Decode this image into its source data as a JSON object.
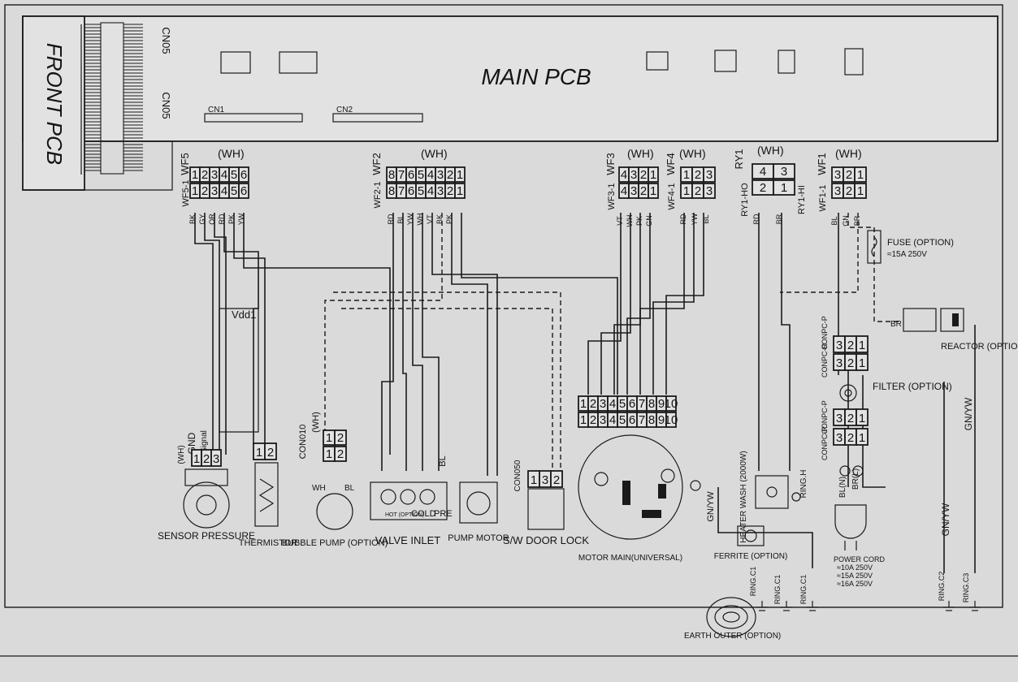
{
  "main_pcb": {
    "title": "MAIN PCB",
    "front_pcb": "FRONT PCB",
    "cn05_top": "CN05",
    "cn05_bottom": "CN05",
    "cn1": "CN1",
    "cn2": "CN2"
  },
  "connectors": {
    "wf5": {
      "label": "WF5",
      "sub": "WF5-1",
      "color": "(WH)",
      "pins": [
        "1",
        "2",
        "3",
        "4",
        "5",
        "6"
      ],
      "wires": [
        "BK",
        "GY",
        "OR",
        "RD",
        "PK",
        "YW"
      ]
    },
    "wf2": {
      "label": "WF2",
      "sub": "WF2-1",
      "color": "(WH)",
      "pins": [
        "8",
        "7",
        "6",
        "5",
        "4",
        "3",
        "2",
        "1"
      ],
      "wires": [
        "RD",
        "BL",
        "YW",
        "WH",
        "VT",
        "BK",
        "PK"
      ]
    },
    "wf3": {
      "label": "WF3",
      "sub": "WF3-1",
      "color": "(WH)",
      "pins": [
        "4",
        "3",
        "2",
        "1"
      ],
      "wires": [
        "VT",
        "WH",
        "PK",
        "GN"
      ]
    },
    "wf4": {
      "label": "WF4",
      "sub": "WF4-1",
      "color": "(WH)",
      "pins": [
        "1",
        "2",
        "3"
      ],
      "wires": [
        "RD",
        "YW",
        "BL"
      ]
    },
    "ry1": {
      "label": "RY1",
      "sub_left": "RY1-HO",
      "sub_right": "RY1-HI",
      "color": "(WH)",
      "top_pins": [
        "4",
        "3"
      ],
      "bottom_pins": [
        "2",
        "1"
      ],
      "wires": [
        "RD",
        "BR"
      ]
    },
    "wf1": {
      "label": "WF1",
      "sub": "WF1-1",
      "color": "(WH)",
      "pins": [
        "3",
        "2",
        "1"
      ],
      "wires": [
        "BL",
        "GN",
        "BR"
      ]
    }
  },
  "components": {
    "fuse": "FUSE (OPTION)",
    "fuse_rating": "≈15A 250V",
    "reactor": "REACTOR (OPTION)",
    "br_label": "BR",
    "filter": "FILTER (OPTION)",
    "filter_pins": [
      "3",
      "2",
      "1"
    ],
    "conpcb_p": "CONPC-P",
    "conpcb_r": "CONPC-R",
    "vdd1": "Vdd1",
    "gnd": "GND",
    "signal": "Signal",
    "sensor_wh": "(WH)",
    "sensor": "SENSOR PRESSURE",
    "thermistor": "THERMISTOR",
    "thermistor_pins": [
      "1",
      "2"
    ],
    "bubble_pump": "BUBBLE PUMP (OPTION)",
    "bubble_con": "CON010",
    "bubble_con2": "CON010",
    "bubble_wh": "(WH)",
    "bubble_wires": [
      "WH",
      "BL"
    ],
    "valve_inlet": "VALVE INLET",
    "valve_labels": [
      "HOT (OPTION)",
      "COLD",
      "PRE"
    ],
    "valve_bl": "BL",
    "pump_motor": "PUMP MOTOR",
    "door_lock_con": "CON050",
    "door_lock_pins": [
      "1",
      "3",
      "2"
    ],
    "door_lock": "S/W DOOR LOCK",
    "motor_pins": [
      "1",
      "2",
      "3",
      "4",
      "5",
      "6",
      "7",
      "8",
      "9",
      "10"
    ],
    "motor": "MOTOR MAIN(UNIVERSAL)",
    "heater": "HEATER WASH (2000W)",
    "ring_h": "RING.H",
    "ferrite": "FERRITE (OPTION)",
    "power_cord": "POWER CORD",
    "power_ratings": [
      "≈10A 250V",
      "≈15A 250V",
      "≈16A 250V"
    ],
    "bl_n": "BL(N)",
    "br_l": "BR(L)",
    "gn_yw_1": "GN/YW",
    "gn_yw_2": "GN/YW",
    "gn_yw_3": "GN/YW",
    "earth_outer": "EARTH OUTER (OPTION)",
    "ring_c1": "RING.C1",
    "ring_c2": "RING.C2",
    "ring_c3": "RING.C3"
  }
}
